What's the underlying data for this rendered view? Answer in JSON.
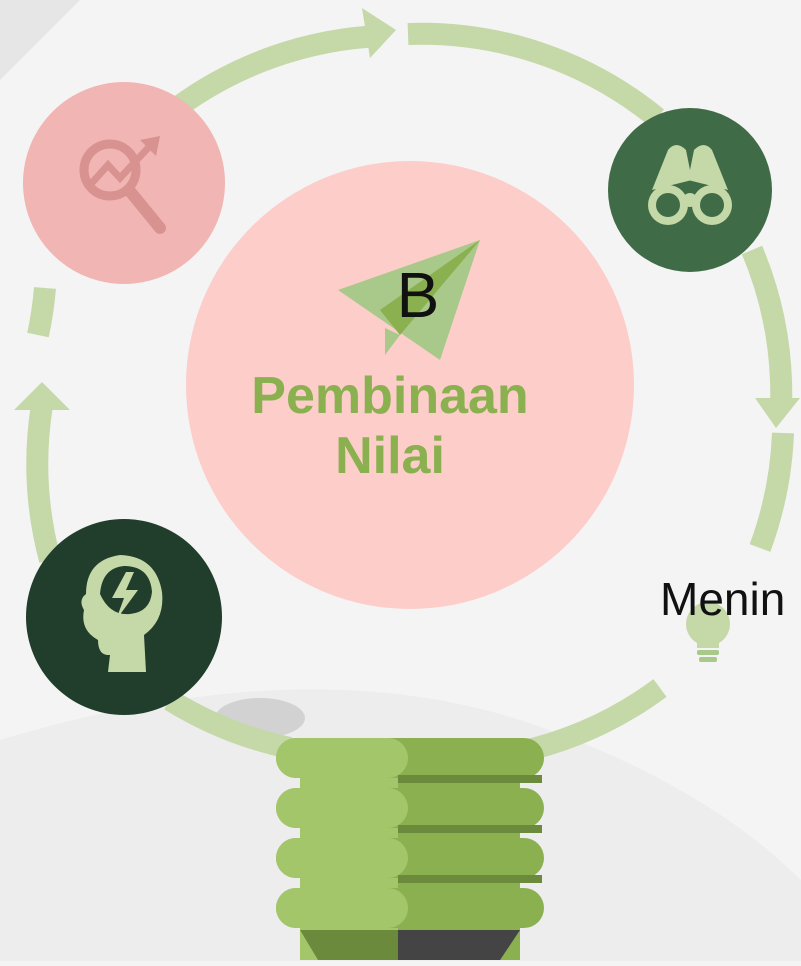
{
  "colors": {
    "ring": "#c5d8a8",
    "accent_green": "#8ab04f",
    "center_circle": "#fdcdc9",
    "pink_node": "#f1b5b3",
    "mid_green_node": "#3f6b47",
    "dark_green_node": "#213d2b",
    "bulb_base": "#8ab04f",
    "icon_tint": "#c5d8a8"
  },
  "center": {
    "letter": "B",
    "title_line1": "Pembinaan",
    "title_line2": "Nilai",
    "icon": "paper-plane-icon"
  },
  "nodes": [
    {
      "name": "analytics",
      "icon": "magnifier-growth-chart-icon"
    },
    {
      "name": "vision",
      "icon": "binoculars-icon"
    },
    {
      "name": "thinking",
      "icon": "head-brain-lightning-icon"
    }
  ],
  "right_label": {
    "text": "Menin",
    "icon": "lightbulb-icon"
  }
}
